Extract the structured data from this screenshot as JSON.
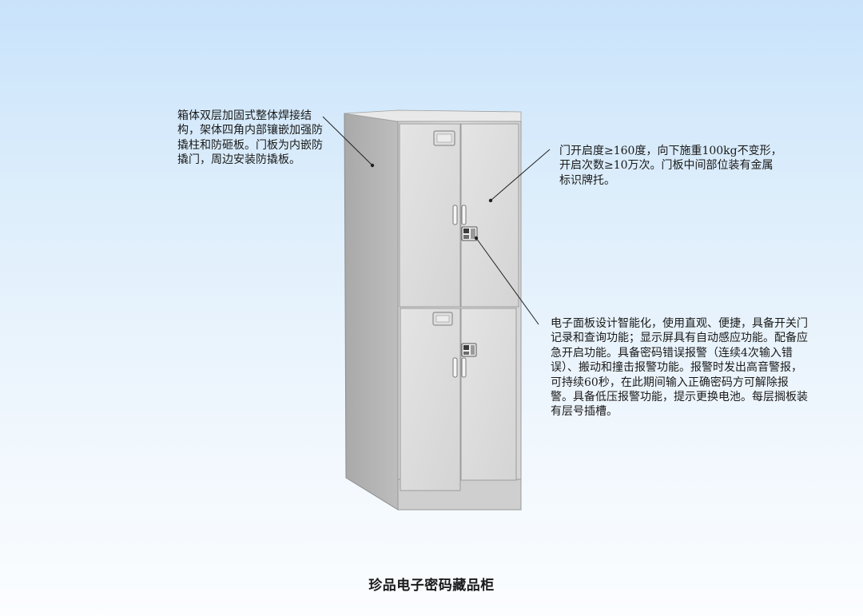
{
  "callouts": {
    "structure": "箱体双层加固式整体焊接结构，架体四角内部镶嵌加强防撬柱和防砸板。门板为内嵌防撬门，周边安装防撬板。",
    "door": "门开启度≥160度，向下施重100kg不变形，开启次数≥10万次。门板中间部位装有金属标识牌托。",
    "panel": "电子面板设计智能化，使用直观、便捷，具备开关门记录和查询功能；显示屏具有自动感应功能。配备应急开启功能。具备密码错误报警（连续4次输入错误）、搬动和撞击报警功能。报警时发出高音警报，可持续60秒，在此期间输入正确密码方可解除报警。具备低压报警功能，提示更换电池。每层搁板装有层号插槽。"
  },
  "title": "珍品电子密码藏品柜",
  "colors": {
    "cabinet_front": "#dcdcdc",
    "cabinet_side": "#aeaeae",
    "cabinet_top": "#e8e8e8",
    "leader_line": "#222222"
  }
}
